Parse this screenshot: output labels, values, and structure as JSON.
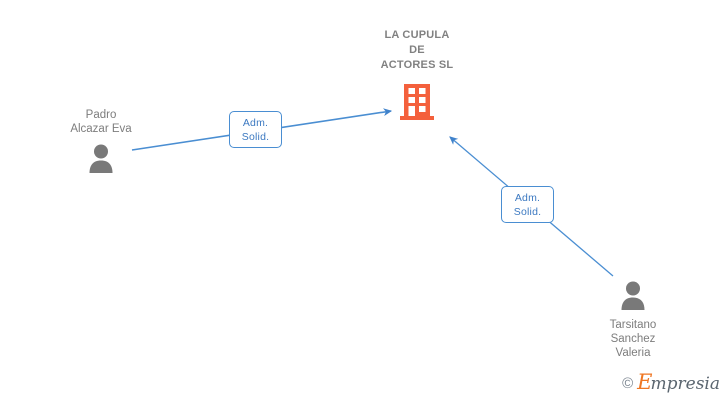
{
  "company": {
    "name": "LA CUPULA\nDE\nACTORES SL",
    "icon": "building-icon",
    "icon_color": "#f4603c"
  },
  "people": [
    {
      "id": "padro-alcazar-eva",
      "name": "Padro\nAlcazar Eva",
      "icon": "person-icon",
      "icon_color": "#797979"
    },
    {
      "id": "tarsitano-sanchez-valeria",
      "name": "Tarsitano\nSanchez\nValeria",
      "icon": "person-icon",
      "icon_color": "#797979"
    }
  ],
  "relations": [
    {
      "id": "relation-left",
      "label": "Adm.\nSolid.",
      "from": "padro-alcazar-eva",
      "to": "la-cupula-de-actores-sl"
    },
    {
      "id": "relation-right",
      "label": "Adm.\nSolid.",
      "from": "tarsitano-sanchez-valeria",
      "to": "la-cupula-de-actores-sl"
    }
  ],
  "edge_color": "#4a8ed2",
  "watermark": {
    "copyright": "©",
    "brand_initial": "E",
    "brand_rest": "mpresia"
  }
}
